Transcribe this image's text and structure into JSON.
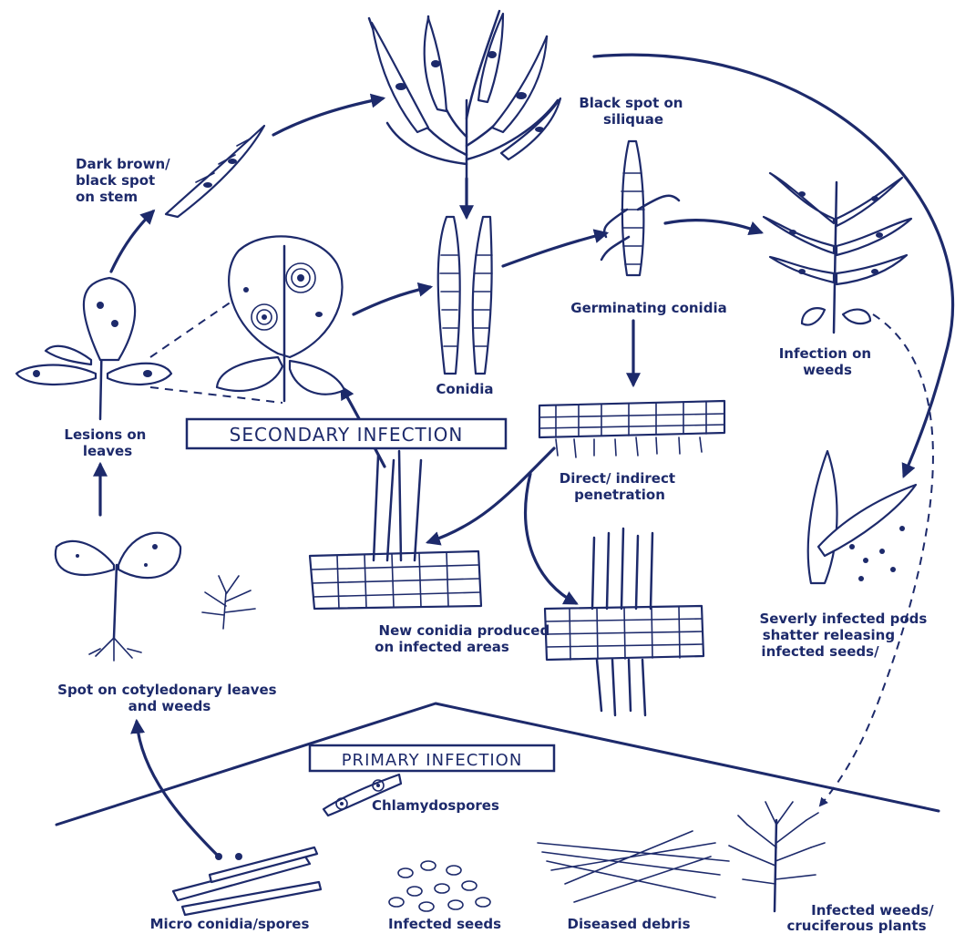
{
  "labels": {
    "black_spot_siliquae": [
      "Black spot on",
      "siliquae"
    ],
    "dark_brown_stem": [
      "Dark brown/",
      "black spot",
      "on stem"
    ],
    "germinating_conidia": "Germinating conidia",
    "infection_on_weeds": [
      "Infection on",
      "weeds"
    ],
    "conidia": "Conidia",
    "lesions_on_leaves": [
      "Lesions  on",
      "leaves"
    ],
    "secondary_infection": "SECONDARY INFECTION",
    "direct_indirect_penetration": [
      "Direct/ indirect",
      "penetration"
    ],
    "severely_infected_pods": [
      "Severly infected pods",
      "shatter releasing",
      "infected seeds/"
    ],
    "new_conidia_produced": [
      "New conidia produced",
      "on infected areas"
    ],
    "spot_on_cotyledonary": [
      "Spot on cotyledonary leaves",
      "and weeds"
    ],
    "primary_infection": "PRIMARY INFECTION",
    "chlamydospores": "Chlamydospores",
    "micro_conidia": "Micro  conidia/spores",
    "infected_seeds": "Infected seeds",
    "diseased_debris": "Diseased debris",
    "infected_weeds_cruciferous": [
      "Infected weeds/",
      "cruciferous  plants"
    ]
  },
  "colors": {
    "ink": "#1d2a6b",
    "background": "#ffffff"
  }
}
